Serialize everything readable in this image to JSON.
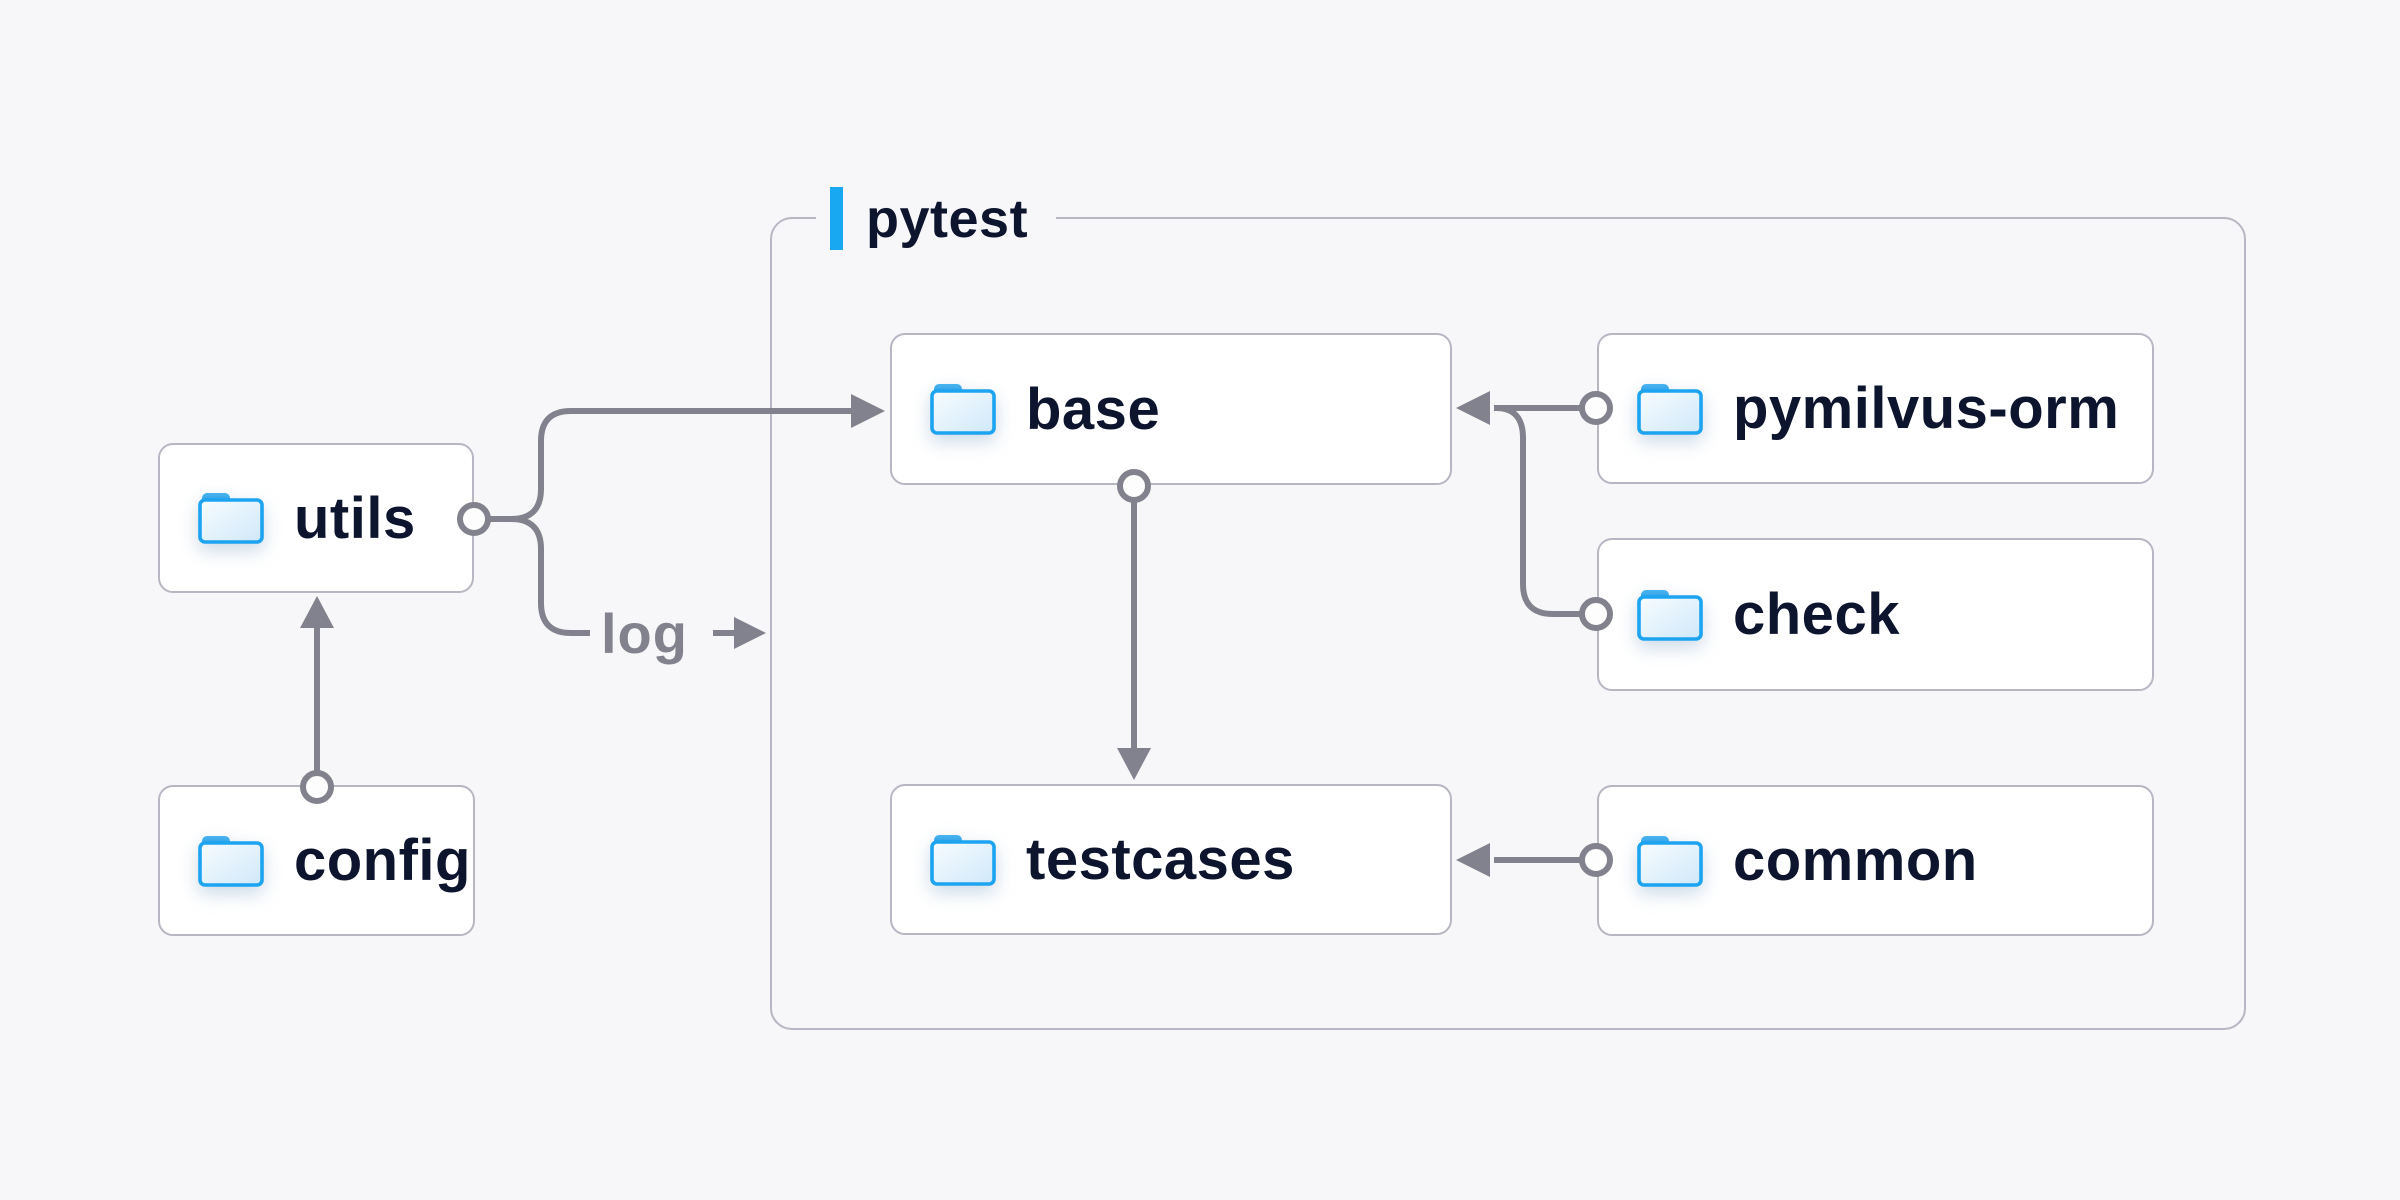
{
  "diagram": {
    "group": {
      "label": "pytest"
    },
    "nodes": [
      {
        "id": "utils",
        "label": "utils",
        "icon": "folder-icon"
      },
      {
        "id": "config",
        "label": "config",
        "icon": "folder-icon"
      },
      {
        "id": "base",
        "label": "base",
        "icon": "folder-icon"
      },
      {
        "id": "pymilvus-orm",
        "label": "pymilvus-orm",
        "icon": "folder-icon"
      },
      {
        "id": "check",
        "label": "check",
        "icon": "folder-icon"
      },
      {
        "id": "testcases",
        "label": "testcases",
        "icon": "folder-icon"
      },
      {
        "id": "common",
        "label": "common",
        "icon": "folder-icon"
      }
    ],
    "edges": [
      {
        "from": "config",
        "to": "utils"
      },
      {
        "from": "utils",
        "to": "pytest",
        "label": "log"
      },
      {
        "from": "utils",
        "to": "base"
      },
      {
        "from": "base",
        "to": "testcases"
      },
      {
        "from": "pymilvus-orm",
        "to": "base"
      },
      {
        "from": "check",
        "to": "base"
      },
      {
        "from": "common",
        "to": "testcases"
      }
    ],
    "colors": {
      "background": "#f7f7f9",
      "node_fill": "#ffffff",
      "node_border": "#b7b7c4",
      "wire": "#82828e",
      "accent_blue": "#17a8f1",
      "folder_blue": "#1da4f0",
      "text_navy": "#0d142e",
      "edge_label_gray": "#82828e"
    }
  }
}
